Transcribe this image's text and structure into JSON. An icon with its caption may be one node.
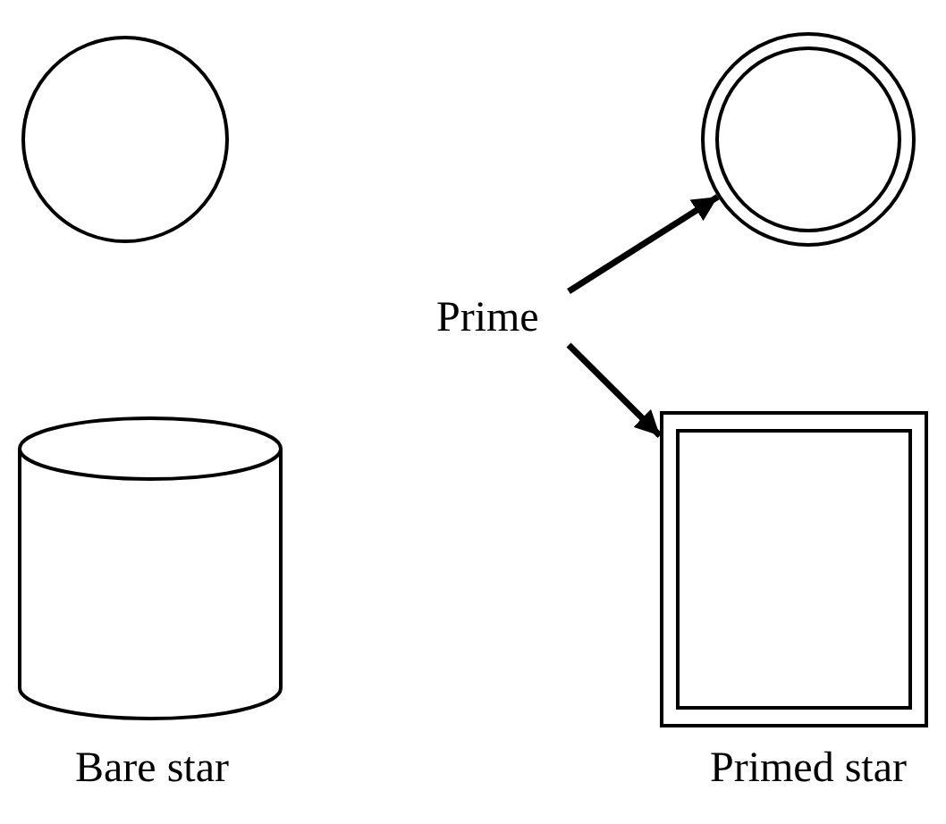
{
  "diagram": {
    "nodes": [
      {
        "text": [],
        "shape": "circle"
      },
      {
        "text": [],
        "shape": "circle"
      },
      {
        "text": [
          "Prime"
        ]
      },
      {
        "text": [],
        "shape": "cylinder"
      },
      {
        "text": [],
        "shape": "box"
      }
    ],
    "edges": [
      {
        "from": 2,
        "to": 1,
        "arrow": "to"
      },
      {
        "from": 2,
        "to": 4,
        "arrow": "to"
      }
    ],
    "labels": [
      "Bare star",
      "Primed star"
    ]
  }
}
